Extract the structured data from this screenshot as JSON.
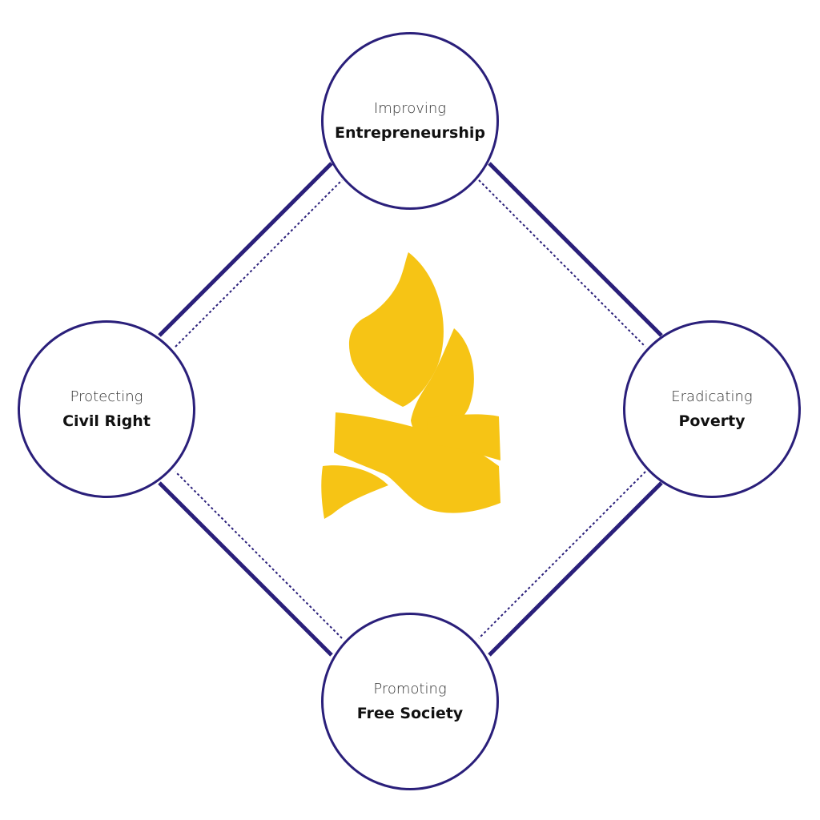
{
  "colors": {
    "outline": "#2a1f7a",
    "flame": "#f6c415"
  },
  "nodes": {
    "top": {
      "line1": "Improving",
      "line2": "Entrepreneurship"
    },
    "right": {
      "line1": "Eradicating",
      "line2": "Poverty"
    },
    "bottom": {
      "line1": "Promoting",
      "line2": "Free Society"
    },
    "left": {
      "line1": "Protecting",
      "line2": "Civil Right"
    }
  },
  "center": {
    "icon": "campfire-icon"
  }
}
